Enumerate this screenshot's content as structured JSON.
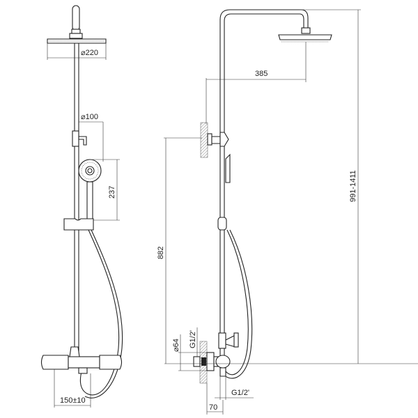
{
  "drawing": {
    "front_view": {
      "head_diameter": "⌀220",
      "handset_diameter": "⌀100",
      "handset_height": "237",
      "mixer_centres": "150±10"
    },
    "side_view": {
      "arm_projection": "385",
      "bracket_height": "882",
      "total_height_range": "991-1411",
      "escutcheon_diameter": "⌀64",
      "inlet_thread": "G1/2'",
      "outlet_thread": "G1/2'",
      "wall_offset": "70"
    }
  }
}
